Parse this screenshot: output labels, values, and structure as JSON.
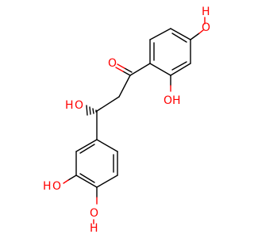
{
  "colors": {
    "background": "#ffffff",
    "bond": "#000000",
    "oxygen": "#ff0000"
  },
  "labels": {
    "ring_a_para_oh": {
      "h": "H",
      "o": "O"
    },
    "ring_a_ortho_oh": {
      "o": "O",
      "h": "H"
    },
    "ketone_o": "O",
    "chiral_oh": {
      "h": "H",
      "o": "O"
    },
    "ring_b_meta_oh": {
      "h": "H",
      "o": "O"
    },
    "ring_b_para_oh": {
      "h": "H",
      "o": "O"
    }
  }
}
